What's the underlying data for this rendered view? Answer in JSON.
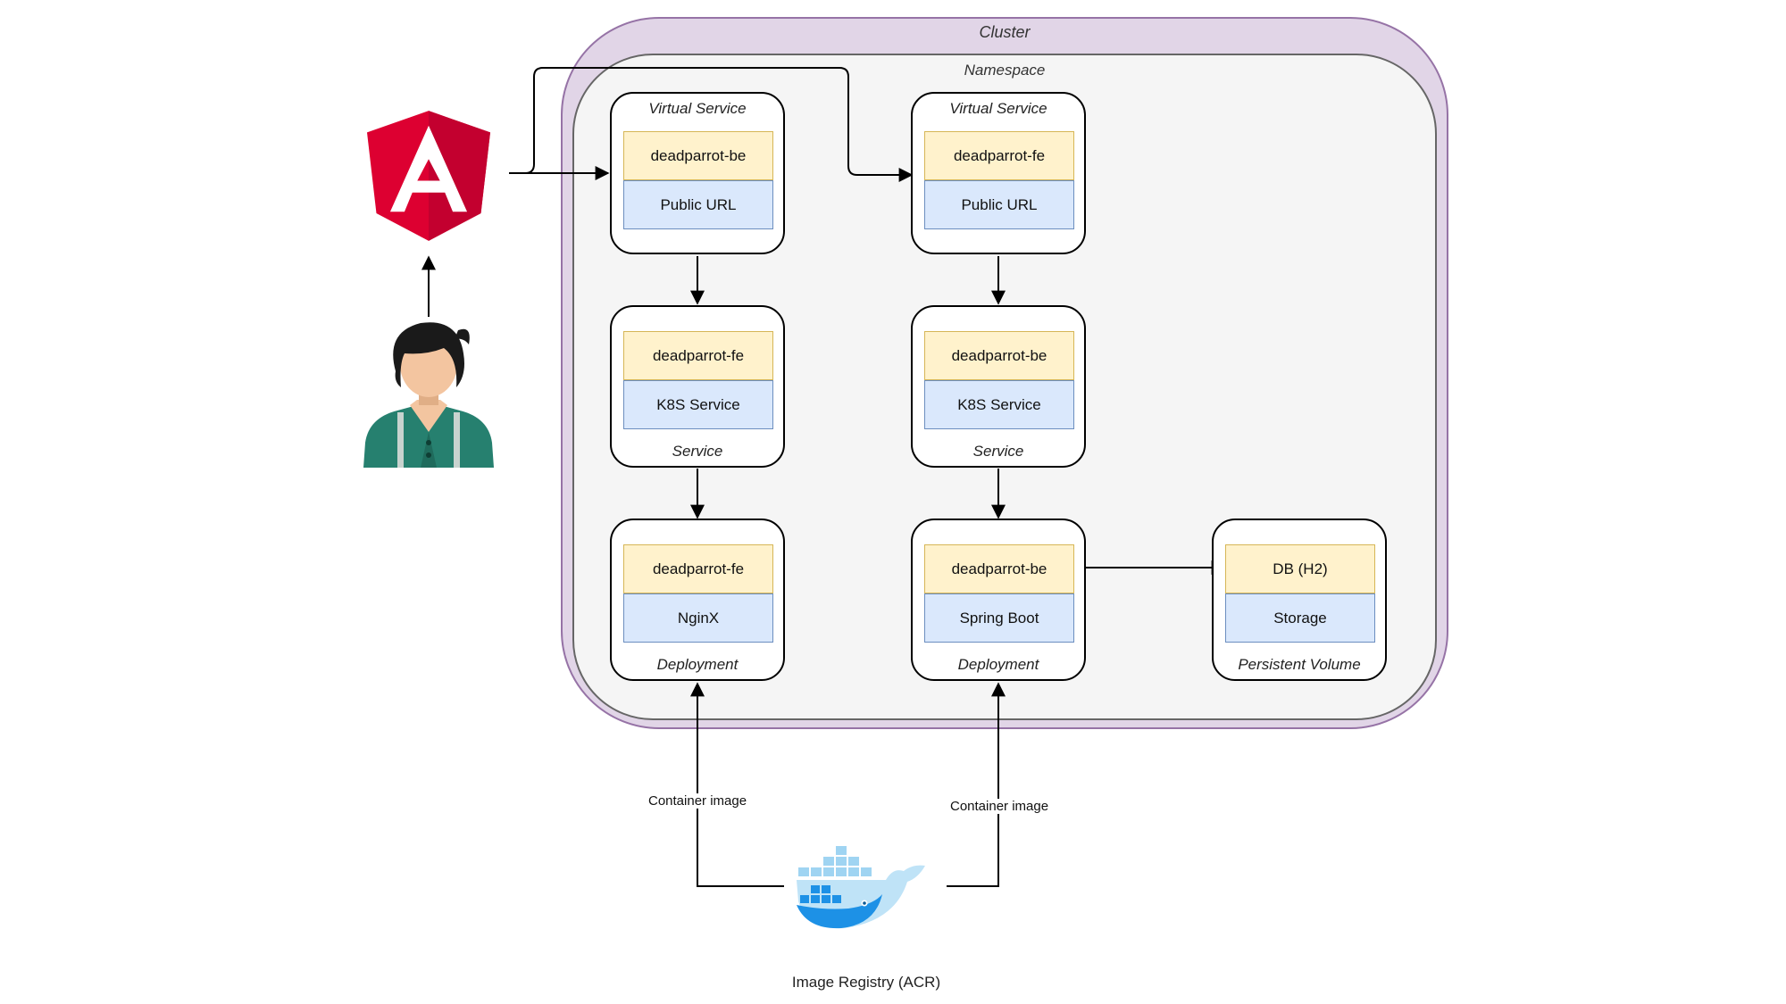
{
  "cluster": {
    "title": "Cluster"
  },
  "namespace": {
    "title": "Namespace"
  },
  "cards": {
    "vs_be": {
      "top_caption": "Virtual Service",
      "name": "deadparrot-be",
      "kind": "Public URL"
    },
    "vs_fe": {
      "top_caption": "Virtual Service",
      "name": "deadparrot-fe",
      "kind": "Public URL"
    },
    "svc_fe": {
      "bottom_caption": "Service",
      "name": "deadparrot-fe",
      "kind": "K8S Service"
    },
    "svc_be": {
      "bottom_caption": "Service",
      "name": "deadparrot-be",
      "kind": "K8S Service"
    },
    "dep_fe": {
      "bottom_caption": "Deployment",
      "name": "deadparrot-fe",
      "kind": "NginX"
    },
    "dep_be": {
      "bottom_caption": "Deployment",
      "name": "deadparrot-be",
      "kind": "Spring Boot"
    },
    "pv": {
      "bottom_caption": "Persistent Volume",
      "name": "DB (H2)",
      "kind": "Storage"
    }
  },
  "edges": {
    "container_image_left": "Container image",
    "container_image_right": "Container image"
  },
  "registry": {
    "label": "Image Registry (ACR)",
    "icon": "docker-whale-icon"
  },
  "frontend": {
    "icon": "angular-logo-icon"
  },
  "user": {
    "icon": "user-avatar-icon"
  },
  "colors": {
    "cluster_fill": "#e1d5e7",
    "cluster_stroke": "#9673a6",
    "namespace_fill": "#f5f5f5",
    "name_band": "#fff2cc",
    "kind_band": "#dae8fc",
    "angular_red": "#dd0031",
    "docker_blue": "#1d91e6"
  }
}
